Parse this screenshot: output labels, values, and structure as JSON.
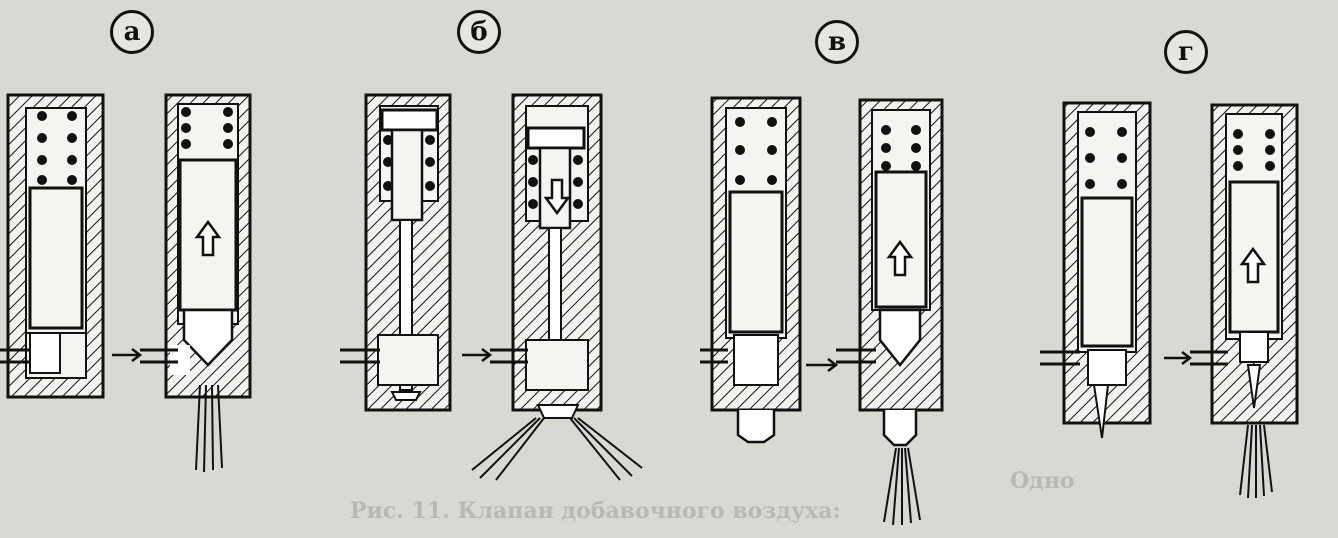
{
  "labels": {
    "a": "а",
    "b": "б",
    "v": "в",
    "g": "г"
  },
  "background_text": {
    "line1": "Рис. 11. Клапан добавочного воздуха:",
    "line2": "Одно"
  },
  "colors": {
    "paper": "#d9d9d4",
    "ink": "#111111",
    "bleed": "#b9b9b4"
  }
}
